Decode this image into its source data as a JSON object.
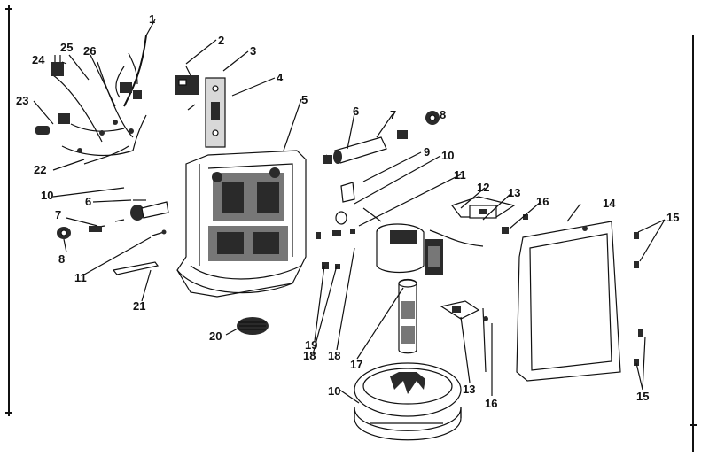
{
  "labels": {
    "l1": "1",
    "l2": "2",
    "l3": "3",
    "l4": "4",
    "l5": "5",
    "l6a": "6",
    "l7a": "7",
    "l8a": "8",
    "l9": "9",
    "l10a": "10",
    "l11a": "11",
    "l12": "12",
    "l13a": "13",
    "l16a": "16",
    "l14": "14",
    "l15a": "15",
    "l22": "22",
    "l23": "23",
    "l24": "24",
    "l25": "25",
    "l26": "26",
    "l10b": "10",
    "l6b": "6",
    "l7b": "7",
    "l8b": "8",
    "l11b": "11",
    "l21": "21",
    "l20": "20",
    "l19": "19",
    "l18a": "18",
    "l18b": "18",
    "l17": "17",
    "l10c": "10",
    "l13b": "13",
    "l16b": "16",
    "l15b": "15"
  }
}
